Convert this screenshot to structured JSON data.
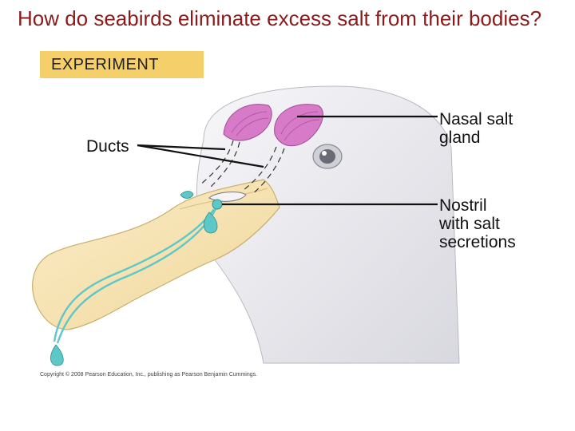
{
  "title": "How do seabirds eliminate excess salt from their bodies?",
  "tag": "EXPERIMENT",
  "labels": {
    "ducts": "Ducts",
    "nasal_gland_line1": "Nasal salt",
    "nasal_gland_line2": "gland",
    "nostril_line1": "Nostril",
    "nostril_line2": "with salt",
    "nostril_line3": "secretions"
  },
  "copyright": "Copyright © 2008 Pearson Education, Inc., publishing as Pearson Benjamin Cummings.",
  "colors": {
    "title": "#8b1a1a",
    "tag_bg": "#f5cf6a",
    "gland": "#d77ac8",
    "beak": "#f6e2b0",
    "duct": "#5ec7c7",
    "head": "#e9e9ee"
  }
}
